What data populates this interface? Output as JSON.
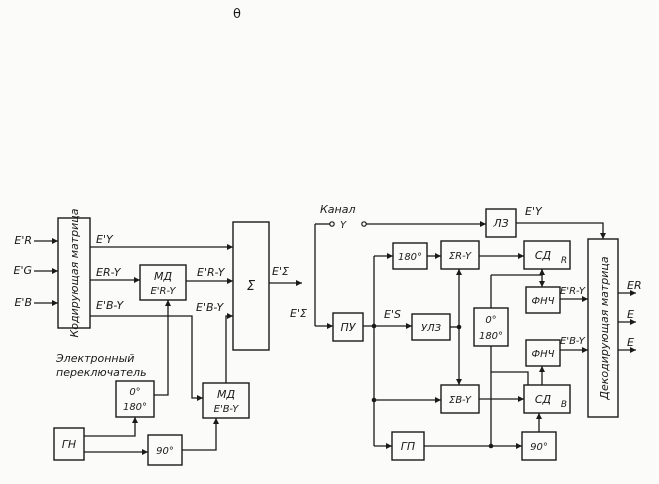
{
  "top_symbol": "θ",
  "inputs": {
    "er": "E'R",
    "eg": "E'G",
    "eb": "E'B"
  },
  "blocks": {
    "coding_matrix": "Кодирующая матрица",
    "md_top_1": "МД",
    "md_top_2": "E'R-Y",
    "md_bot_1": "МД",
    "md_bot_2": "E'B-Y",
    "sum": "Σ",
    "phase_shift_1": "0°",
    "phase_shift_2": "180°",
    "gn": "ГН",
    "shift90_left": "90°",
    "pu": "ПУ",
    "ulz": "УЛЗ",
    "lz": "ЛЗ",
    "shift180": "180°",
    "sum_ry": "ΣR-Y",
    "sum_by": "ΣB-Y",
    "switch_1": "0°",
    "switch_2": "180°",
    "sd_r": "СД",
    "sd_r_sub": "R",
    "sd_b": "СД",
    "sd_b_sub": "B",
    "fnch_top": "ФНЧ",
    "fnch_bot": "ФНЧ",
    "gp": "ГП",
    "shift90_right": "90°",
    "decoding_matrix": "Декодирующая матрица"
  },
  "signals": {
    "ey": "E'Y",
    "ery": "ER-Y",
    "eby": "E'B-Y",
    "ery_out": "E'R-Y",
    "eby_out": "E'B-Y",
    "esum": "E'Σ",
    "esum_in": "E'Σ",
    "es": "E'S",
    "ey_right": "E'Y",
    "fnch_ery": "E'R-Y",
    "fnch_eby": "E'B-Y",
    "out_r": "ER",
    "out_2": "E",
    "out_3": "E"
  },
  "labels": {
    "switch_line1": "Электронный",
    "switch_line2": "переключатель",
    "channel_line1": "Канал",
    "channel_line2": "Y"
  }
}
